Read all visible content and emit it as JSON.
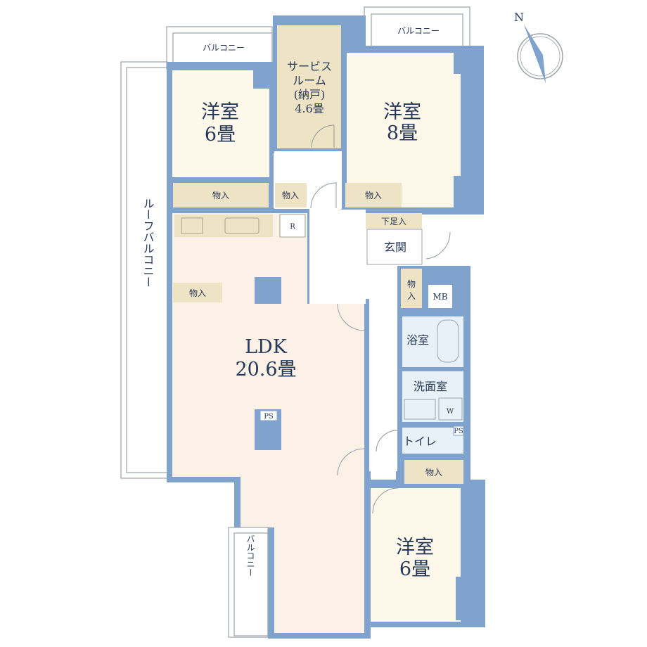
{
  "plan": {
    "rooms": {
      "western_6_top": {
        "name": "洋室",
        "size": "6畳"
      },
      "service_room": {
        "line1": "サービス",
        "line2": "ルーム",
        "line3": "(納戸)",
        "size": "4.6畳"
      },
      "western_8": {
        "name": "洋室",
        "size": "8畳"
      },
      "ldk": {
        "name": "LDK",
        "size": "20.6畳"
      },
      "western_6_bottom": {
        "name": "洋室",
        "size": "6畳"
      },
      "entrance": "玄関",
      "shoe_storage": "下足入",
      "bath": "浴室",
      "washroom": "洗面室",
      "toilet": "トイレ",
      "mb": "MB",
      "ps_ldk": "PS",
      "ps_toilet": "PS",
      "washer": "W",
      "fridge": "R"
    },
    "storage_label": "物入",
    "storage_vertical": [
      "物",
      "入"
    ],
    "balconies": {
      "top_left": "バルコニー",
      "top_right": "バルコニー",
      "bottom": "バルコニー",
      "roof": "ルーフバルコニー"
    },
    "compass": {
      "label": "N",
      "icon": "north-arrow-icon"
    },
    "colors": {
      "wall": "#7fa3cc",
      "room": "#fdf8ea",
      "ldk": "#fbf1e7",
      "storage": "#efe3c5",
      "wet": "#e8f1f8",
      "text": "#26395a"
    }
  }
}
